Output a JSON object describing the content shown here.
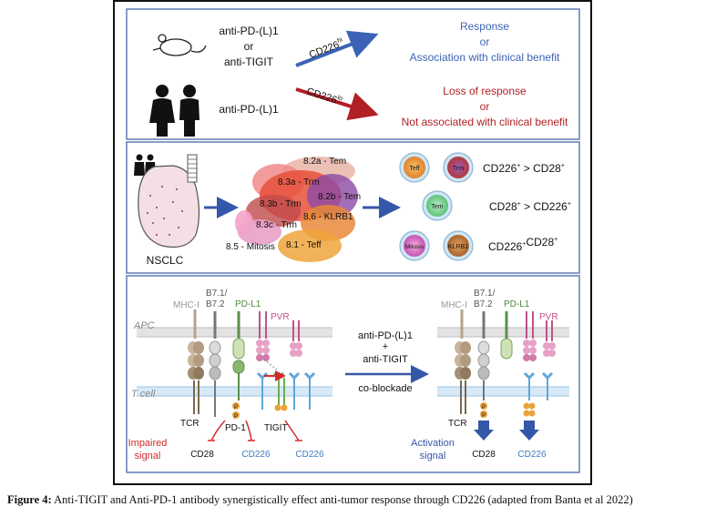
{
  "panel_a": {
    "drug_top_1": "anti-PD-(L)1",
    "drug_top_or": "or",
    "drug_top_2": "anti-TIGIT",
    "drug_bottom": "anti-PD-(L)1",
    "arrow_top_label": "CD226",
    "arrow_top_sup": "hi",
    "arrow_bottom_label": "CD226",
    "arrow_bottom_sup": "lo",
    "response_1": "Response",
    "response_or": "or",
    "response_2": "Association with clinical benefit",
    "loss_1": "Loss of response",
    "loss_or": "or",
    "loss_2": "Not associated with clinical benefit",
    "colors": {
      "blue": "#3b63b5",
      "red": "#b21f24"
    }
  },
  "panel_b": {
    "tissue_label": "NSCLC",
    "clusters": [
      "8.2a - Tem",
      "8.3a - Trm",
      "8.2b - Tem",
      "8.3b - Trm",
      "8.6 - KLRB1",
      "8.3c - Trm",
      "8.5 - Mitosis",
      "8.1 - Teff"
    ],
    "cells": [
      "Teff",
      "Trm",
      "Tem",
      "Mitosis",
      "KLRB1"
    ],
    "exprs": [
      {
        "a": "CD226",
        "a_sup": "+",
        "op": " > ",
        "b": "CD28",
        "b_sup": "+"
      },
      {
        "a": "CD28",
        "a_sup": "+",
        "op": " > ",
        "b": "CD226",
        "b_sup": "+"
      },
      {
        "a": "CD226",
        "a_sup": "+",
        "op": "",
        "b": "CD28",
        "b_sup": "+"
      }
    ]
  },
  "panel_c": {
    "left": {
      "mhc": "MHC-I",
      "b7_1": "B7.1/",
      "b7_2": "B7.2",
      "pdl1": "PD-L1",
      "pvr": "PVR",
      "apc": "APC",
      "tcell": "T cell",
      "tcr": "TCR",
      "pd1": "PD-1",
      "tigit": "TIGIT",
      "impaired_1": "Impaired",
      "impaired_2": "signal",
      "cd28": "CD28",
      "cd226_a": "CD226",
      "cd226_b": "CD226"
    },
    "middle": {
      "drug_1": "anti-PD-(L)1",
      "plus": "+",
      "drug_2": "anti-TIGIT",
      "blockade": "co-blockade"
    },
    "right": {
      "mhc": "MHC-I",
      "b7_1": "B7.1/",
      "b7_2": "B7.2",
      "pdl1": "PD-L1",
      "pvr": "PVR",
      "tcr": "TCR",
      "activation_1": "Activation",
      "activation_2": "signal",
      "cd28": "CD28",
      "cd226": "CD226"
    },
    "phospho": "P"
  },
  "caption": {
    "label": "Figure 4:",
    "text": " Anti-TIGIT and Anti-PD-1 antibody synergistically effect anti-tumor response through CD226 (adapted from Banta et al 2022)"
  }
}
